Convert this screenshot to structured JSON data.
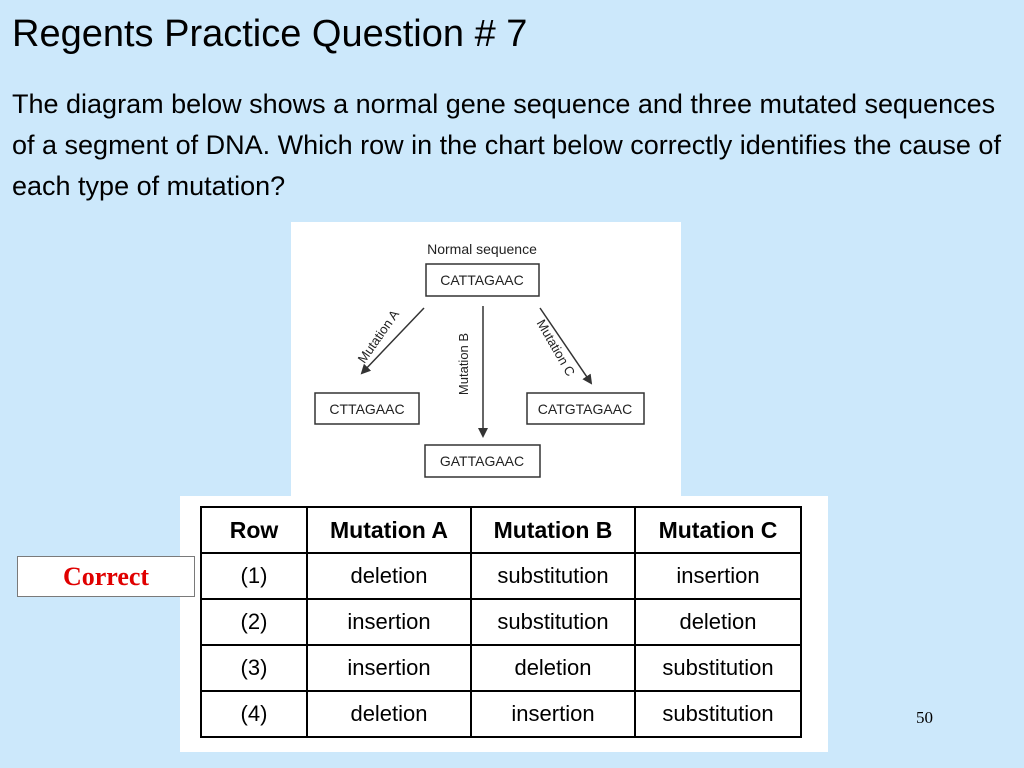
{
  "slide": {
    "title": "Regents Practice Question # 7",
    "body": "The diagram below shows a normal gene sequence and three mutated sequences of  a segment of DNA. Which row in the chart below correctly identifies the cause of each type of mutation?",
    "correct_label": "Correct",
    "page_number": "50"
  },
  "diagram": {
    "heading": "Normal sequence",
    "normal": "CATTAGAAC",
    "mutation_a_label": "Mutation A",
    "mutation_b_label": "Mutation B",
    "mutation_c_label": "Mutation C",
    "result_a": "CTTAGAAC",
    "result_b": "GATTAGAAC",
    "result_c": "CATGTAGAAC"
  },
  "table": {
    "headers": [
      "Row",
      "Mutation A",
      "Mutation B",
      "Mutation C"
    ],
    "rows": [
      [
        "(1)",
        "deletion",
        "substitution",
        "insertion"
      ],
      [
        "(2)",
        "insertion",
        "substitution",
        "deletion"
      ],
      [
        "(3)",
        "insertion",
        "deletion",
        "substitution"
      ],
      [
        "(4)",
        "deletion",
        "insertion",
        "substitution"
      ]
    ]
  }
}
